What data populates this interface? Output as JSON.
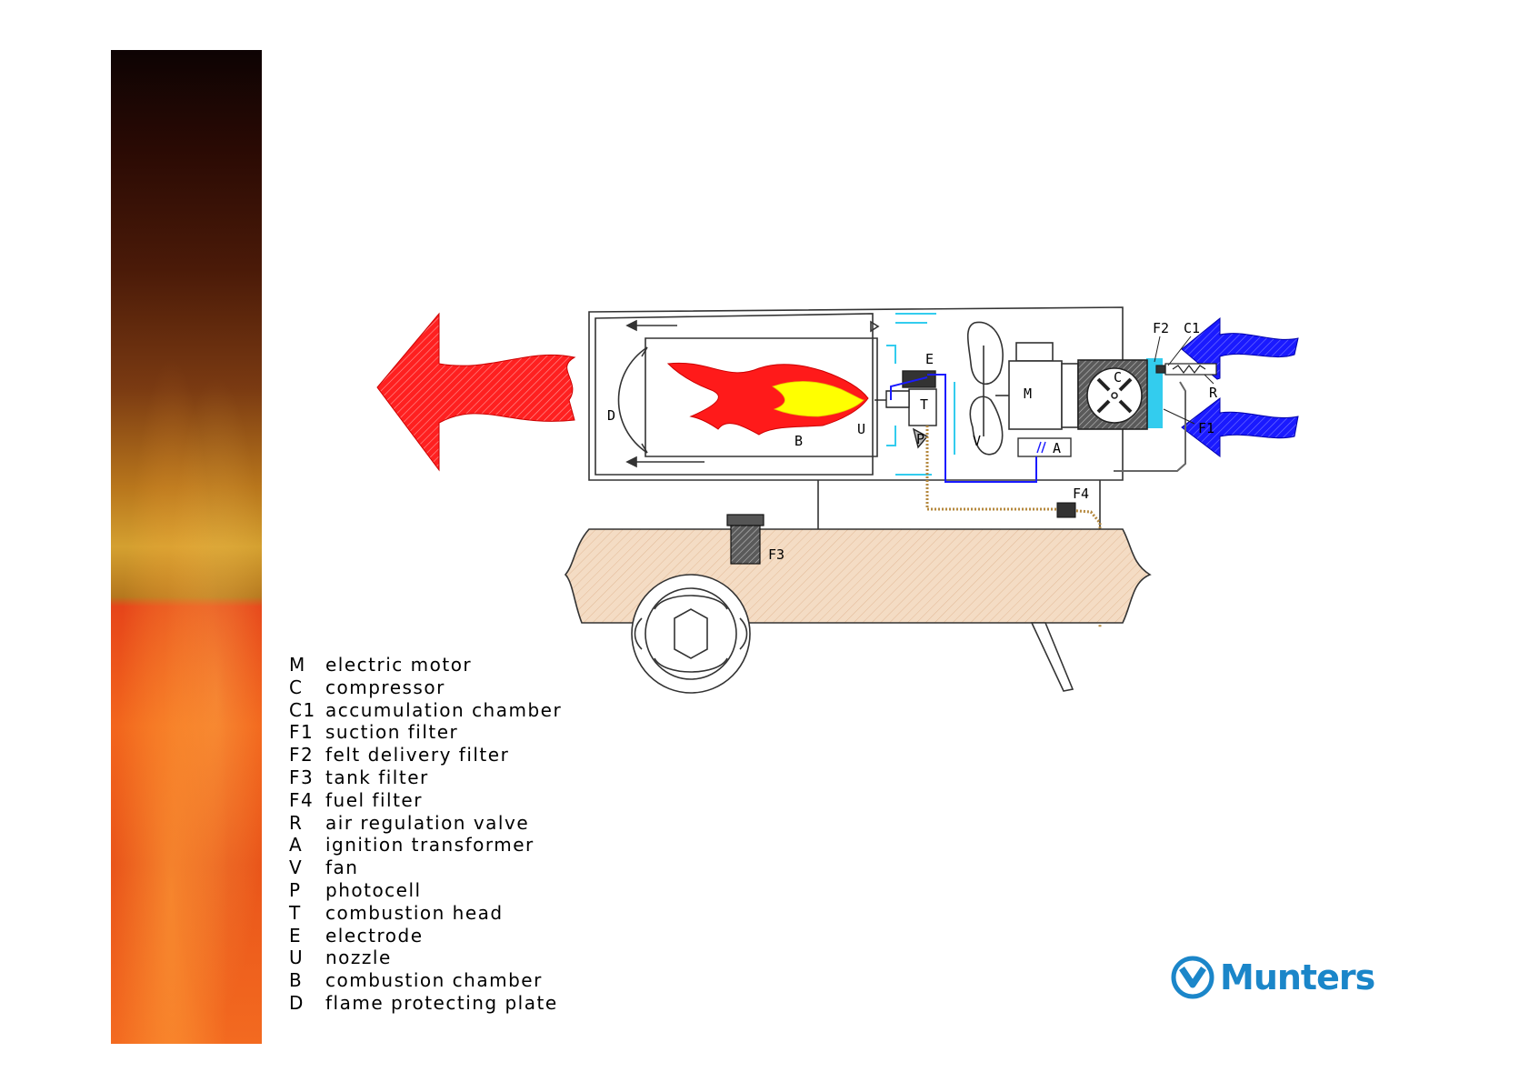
{
  "diagram": {
    "labels": {
      "D": "D",
      "B": "B",
      "U": "U",
      "E": "E",
      "T": "T",
      "P": "P",
      "V": "V",
      "M": "M",
      "A": "A",
      "C": "C",
      "F1": "F1",
      "F2": "F2",
      "C1": "C1",
      "R": "R",
      "F3": "F3",
      "F4": "F4"
    }
  },
  "legend": [
    {
      "code": "M",
      "text": "electric motor"
    },
    {
      "code": "C",
      "text": "compressor"
    },
    {
      "code": "C1",
      "text": "accumulation chamber"
    },
    {
      "code": "F1",
      "text": "suction filter"
    },
    {
      "code": "F2",
      "text": "felt delivery filter"
    },
    {
      "code": "F3",
      "text": "tank filter"
    },
    {
      "code": "F4",
      "text": "fuel filter"
    },
    {
      "code": "R",
      "text": "air regulation valve"
    },
    {
      "code": "A",
      "text": "ignition transformer"
    },
    {
      "code": "V",
      "text": "fan"
    },
    {
      "code": "P",
      "text": "photocell"
    },
    {
      "code": "T",
      "text": "combustion head"
    },
    {
      "code": "E",
      "text": "electrode"
    },
    {
      "code": "U",
      "text": "nozzle"
    },
    {
      "code": "B",
      "text": "combustion chamber"
    },
    {
      "code": "D",
      "text": "flame protecting plate"
    }
  ],
  "logo": {
    "name": "Munters"
  },
  "colors": {
    "hot_air": "#ff1a1a",
    "cold_air": "#1a1aff",
    "flame_outer": "#ff1a1a",
    "flame_inner": "#ffff00",
    "fuel_tank": "#f4d9bf",
    "air_flow": "#33ccee",
    "brand": "#1b86c9"
  }
}
